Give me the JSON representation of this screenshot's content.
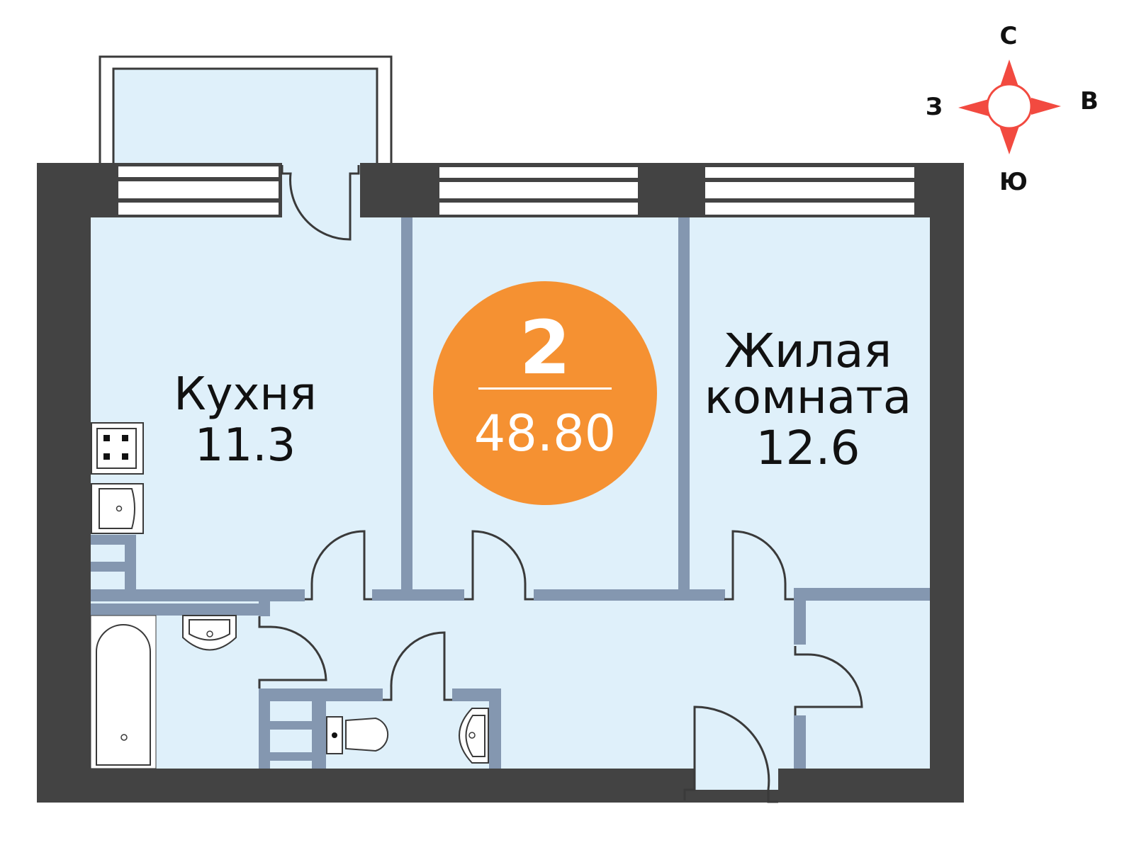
{
  "plan": {
    "rooms_count": "2",
    "total_area": "48.80",
    "kitchen": {
      "name": "Кухня",
      "area": "11.3"
    },
    "living_room": {
      "name_line1": "Жилая",
      "name_line2": "комната",
      "area": "12.6"
    }
  },
  "compass": {
    "north": "С",
    "south": "Ю",
    "west": "З",
    "east": "В"
  },
  "colors": {
    "outer_wall": "#434343",
    "inner_wall": "#8497b0",
    "floor": "#dff0fa",
    "badge": "#f59132",
    "compass": "#f24a40"
  }
}
